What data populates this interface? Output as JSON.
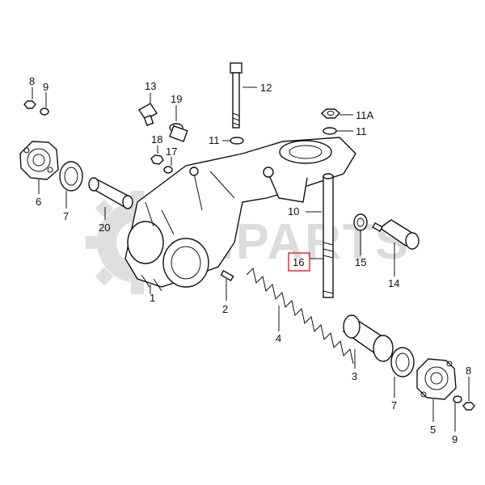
{
  "watermark": "MPARTS",
  "highlight_color": "#e8202a",
  "callouts": {
    "c1": "1",
    "c2": "2",
    "c3": "3",
    "c4": "4",
    "c5": "5",
    "c6": "6",
    "c7a": "7",
    "c7b": "7",
    "c8a": "8",
    "c8b": "8",
    "c9a": "9",
    "c9b": "9",
    "c10": "10",
    "c11a": "11",
    "c11b": "11",
    "c11A": "11A",
    "c12": "12",
    "c13": "13",
    "c14": "14",
    "c15": "15",
    "c16": "16",
    "c17": "17",
    "c18": "18",
    "c19": "19",
    "c20": "20"
  }
}
